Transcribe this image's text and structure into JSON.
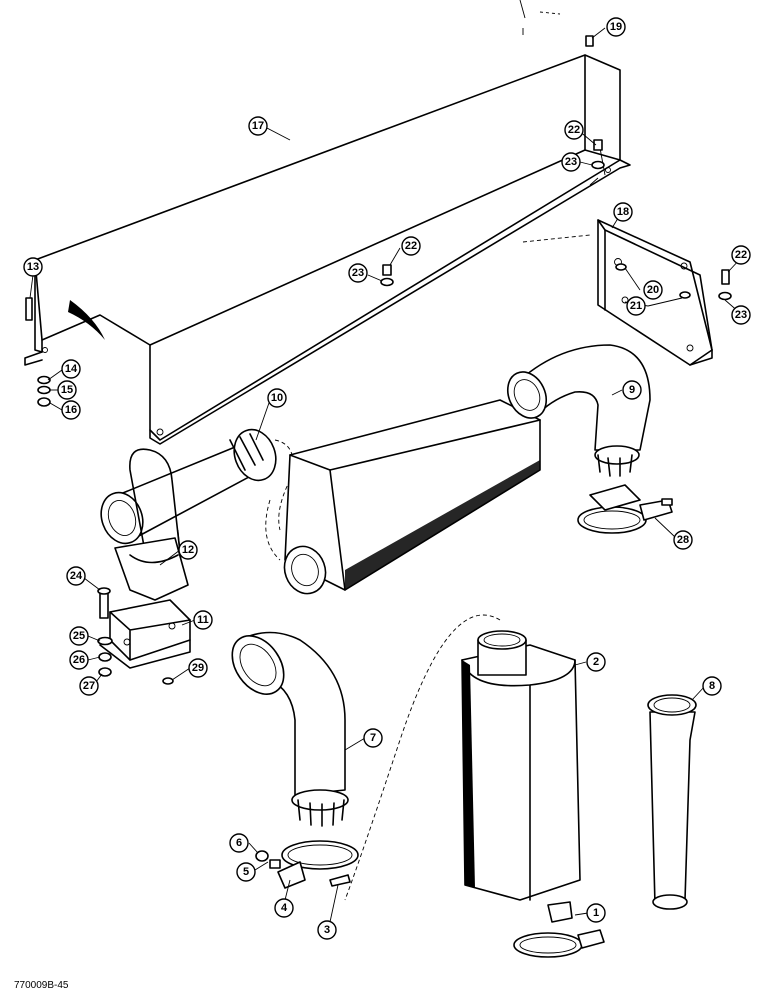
{
  "figure_id": "770009B-45",
  "callouts": [
    {
      "id": "c1",
      "label": "1"
    },
    {
      "id": "c2",
      "label": "2"
    },
    {
      "id": "c3",
      "label": "3"
    },
    {
      "id": "c4",
      "label": "4"
    },
    {
      "id": "c5",
      "label": "5"
    },
    {
      "id": "c6",
      "label": "6"
    },
    {
      "id": "c7",
      "label": "7"
    },
    {
      "id": "c8",
      "label": "8"
    },
    {
      "id": "c9",
      "label": "9"
    },
    {
      "id": "c10",
      "label": "10"
    },
    {
      "id": "c11",
      "label": "11"
    },
    {
      "id": "c12",
      "label": "12"
    },
    {
      "id": "c13",
      "label": "13"
    },
    {
      "id": "c14",
      "label": "14"
    },
    {
      "id": "c15",
      "label": "15"
    },
    {
      "id": "c16",
      "label": "16"
    },
    {
      "id": "c17",
      "label": "17"
    },
    {
      "id": "c18",
      "label": "18"
    },
    {
      "id": "c19",
      "label": "19"
    },
    {
      "id": "c20",
      "label": "20"
    },
    {
      "id": "c21",
      "label": "21"
    },
    {
      "id": "c22a",
      "label": "22"
    },
    {
      "id": "c22b",
      "label": "22"
    },
    {
      "id": "c22c",
      "label": "22"
    },
    {
      "id": "c23a",
      "label": "23"
    },
    {
      "id": "c23b",
      "label": "23"
    },
    {
      "id": "c23c",
      "label": "23"
    },
    {
      "id": "c24",
      "label": "24"
    },
    {
      "id": "c25",
      "label": "25"
    },
    {
      "id": "c26",
      "label": "26"
    },
    {
      "id": "c27",
      "label": "27"
    },
    {
      "id": "c28",
      "label": "28"
    },
    {
      "id": "c29",
      "label": "29"
    }
  ]
}
